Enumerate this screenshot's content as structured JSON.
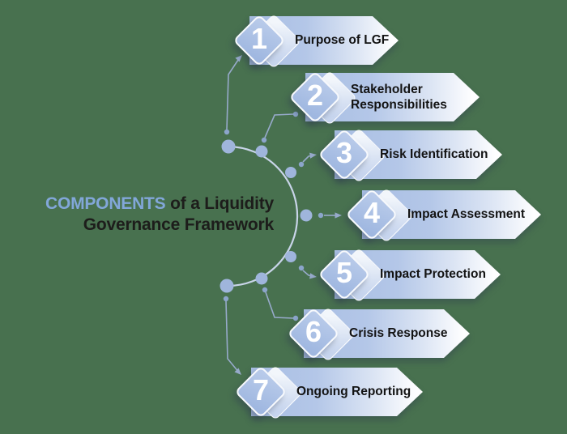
{
  "palette": {
    "background": "#48714F",
    "arrow_blue": "#A8BEE3",
    "diamond_blue": "#9FB7E0",
    "title_blue": "#82A7D9",
    "text_dark": "#1D1D1B",
    "connector": "#97AACB",
    "hub_dot": "#9FB5DC",
    "small_dot": "#8CA5CB",
    "arc": "#C9D5E9",
    "number_white": "#FFFFFF"
  },
  "title": {
    "highlight": "COMPONENTS",
    "rest": "of a Liquidity",
    "line2": "Governance Framework"
  },
  "items": [
    {
      "number": "1",
      "label": "Purpose of LGF"
    },
    {
      "number": "2",
      "label": "Stakeholder\nResponsibilities"
    },
    {
      "number": "3",
      "label": "Risk Identification"
    },
    {
      "number": "4",
      "label": "Impact Assessment"
    },
    {
      "number": "5",
      "label": "Impact Protection"
    },
    {
      "number": "6",
      "label": "Crisis Response"
    },
    {
      "number": "7",
      "label": "Ongoing Reporting"
    }
  ]
}
